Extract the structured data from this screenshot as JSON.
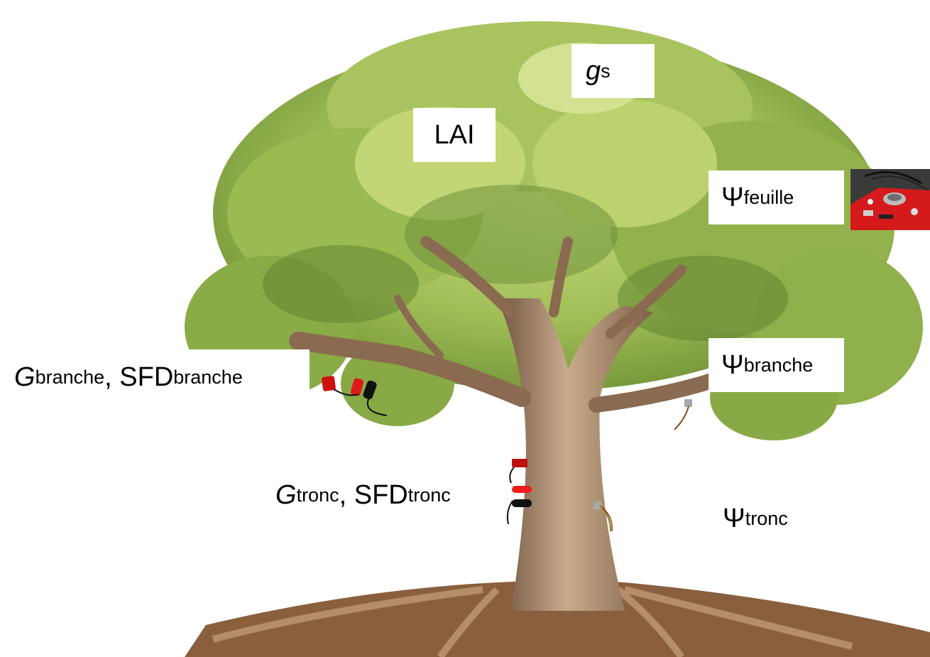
{
  "labels": {
    "gs": {
      "main": "g",
      "sub": "s"
    },
    "lai": {
      "text": "LAI"
    },
    "psi_feuille": {
      "main": "Ψ",
      "sub": "feuille"
    },
    "g_branche": {
      "main": "G",
      "sub": "branche",
      "sep": ", ",
      "main2": "SFD",
      "sub2": "branche"
    },
    "psi_branche": {
      "main": "Ψ",
      "sub": "branche"
    },
    "g_tronc": {
      "main": "G",
      "sub": "tronc",
      "sep": ", ",
      "main2": "SFD",
      "sub2": "tronc"
    },
    "psi_tronc": {
      "main": "Ψ",
      "sub": "tronc"
    }
  },
  "colors": {
    "foliage_light": "#b9cf6c",
    "foliage_mid": "#8fb04a",
    "foliage_dark": "#5e7f2e",
    "bark": "#8a6a50",
    "bark_light": "#c9ab8c",
    "soil": "#7a5236",
    "sensor_red": "#d01010",
    "sensor_black": "#111111",
    "sensor_grey": "#a8a8a8"
  },
  "icons": {
    "device": "pressure-chamber-photo"
  }
}
